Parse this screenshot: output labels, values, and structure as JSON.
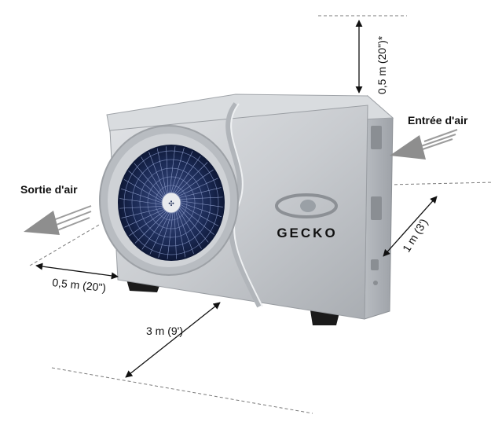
{
  "labels": {
    "air_out": "Sortie d'air",
    "air_in": "Entrée d'air",
    "top_clearance": "0,5 m (20\")*",
    "right_clearance": "1 m (3')",
    "left_clearance": "0,5 m (20\")",
    "front_clearance": "3 m (9')"
  },
  "brand": {
    "name": "GECKO"
  },
  "colors": {
    "unit_body": "#c9ccd0",
    "unit_shadow": "#a9adb2",
    "fan_blue": "#1b2a55",
    "arrow_gray": "#8e8e8e",
    "guide_line": "#7a7a7a"
  }
}
